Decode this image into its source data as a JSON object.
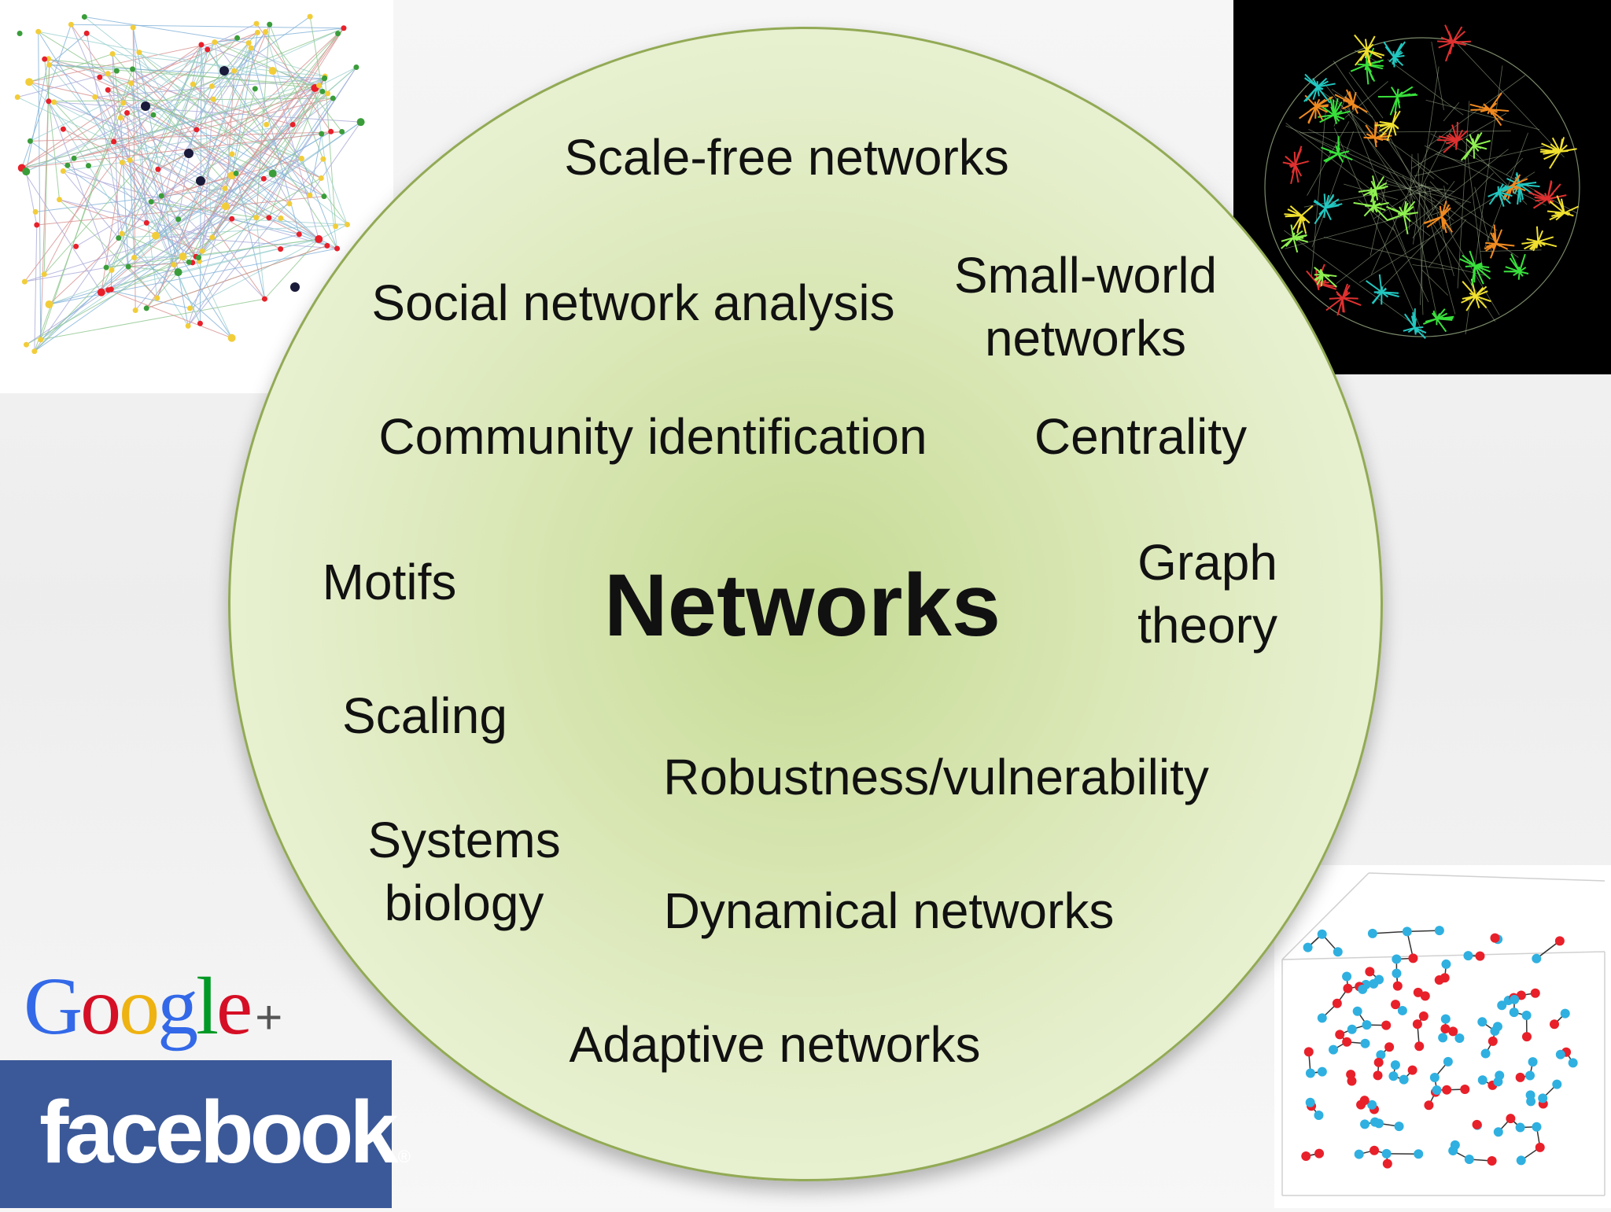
{
  "diagram": {
    "center": "Networks",
    "topics": {
      "scale_free": "Scale-free networks",
      "social": "Social network analysis",
      "small_world": "Small-world networks",
      "community": "Community identification",
      "centrality": "Centrality",
      "motifs": "Motifs",
      "graph_theory": "Graph theory",
      "scaling": "Scaling",
      "robustness": "Robustness/vulnerability",
      "systems_biology": "Systems biology",
      "dynamical": "Dynamical networks",
      "adaptive": "Adaptive networks"
    }
  },
  "logos": {
    "google_letters": [
      "G",
      "o",
      "o",
      "g",
      "l",
      "e"
    ],
    "google_colors": [
      "#3369e8",
      "#d50f25",
      "#eeb211",
      "#3369e8",
      "#009925",
      "#d50f25"
    ],
    "google_plus": "+",
    "facebook": "facebook",
    "facebook_mark": "®"
  },
  "colors": {
    "circle_fill": "#d8e6b3",
    "circle_border": "#92aa55",
    "facebook_blue": "#3b5998",
    "node_red": "#e8202a",
    "node_blue": "#2fb0e0",
    "node_yellow": "#f2cd3a",
    "node_green": "#3a9d3a"
  },
  "images": [
    {
      "name": "network-graph-top-left-icon"
    },
    {
      "name": "network-sphere-top-right-icon"
    },
    {
      "name": "molecule-network-bottom-right-icon"
    }
  ]
}
